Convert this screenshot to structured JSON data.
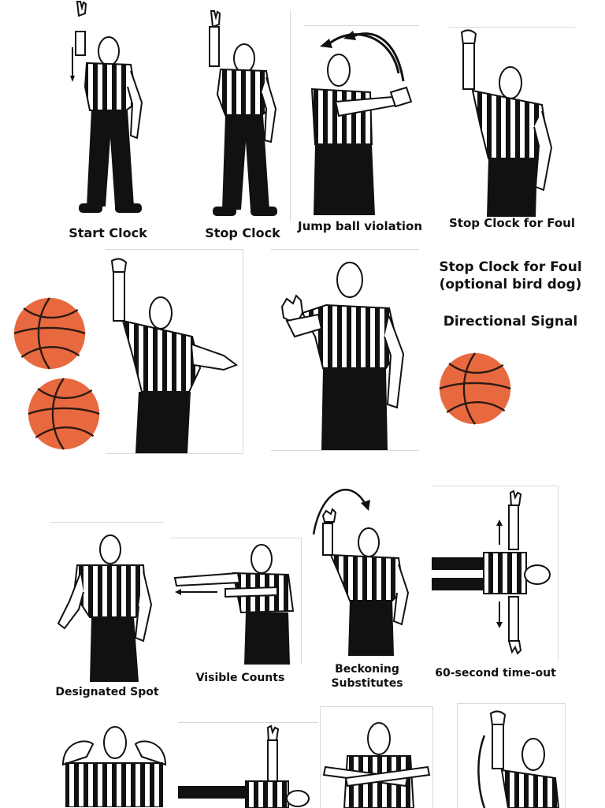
{
  "colors": {
    "ink": "#111111",
    "ball": "#E8693F",
    "ball_seam": "#2b1a12"
  },
  "signals": {
    "start_clock": "Start Clock",
    "stop_clock": "Stop Clock",
    "jump_ball": "Jump ball violation",
    "stop_clock_foul": "Stop Clock for Foul",
    "foul_bird_dog_line1": "Stop Clock for Foul",
    "foul_bird_dog_line2": "(optional bird dog)",
    "directional": "Directional Signal",
    "designated_spot": "Designated Spot",
    "visible_counts": "Visible Counts",
    "beckoning_line1": "Beckoning",
    "beckoning_line2": "Substitutes",
    "timeout_60": "60-second time-out"
  }
}
